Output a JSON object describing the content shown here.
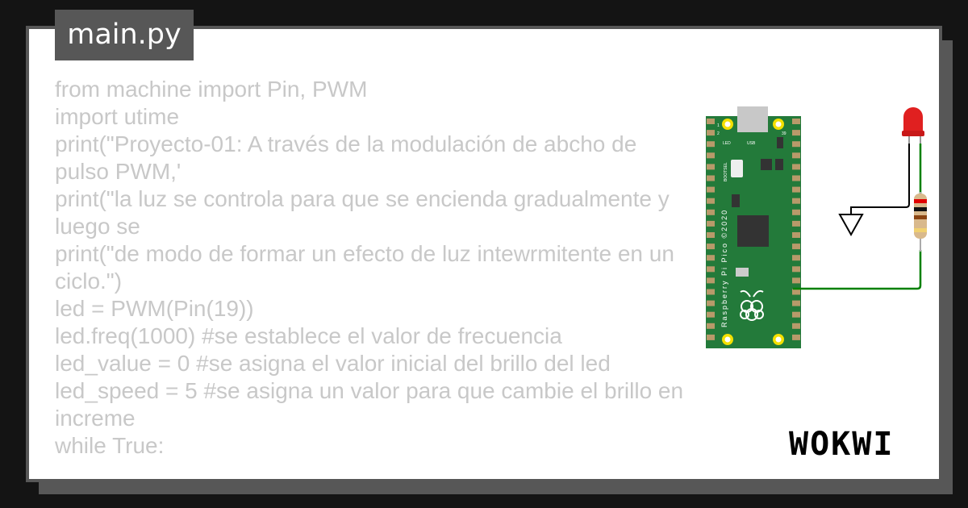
{
  "file_tab": {
    "label": "main.py"
  },
  "code_lines": [
    "from machine import Pin, PWM",
    "import utime",
    "print(\"Proyecto-01: A través de la modulación de abcho de pulso PWM,'",
    "print(\"la luz se controla para que se encienda gradualmente y luego se",
    "print(\"de modo de formar un efecto de luz intewrmitente en un ciclo.\")",
    "led = PWM(Pin(19))",
    "led.freq(1000) #se establece el valor de frecuencia",
    "led_value = 0 #se asigna el valor inicial del brillo del led",
    "led_speed = 5 #se asigna un valor para que cambie el brillo en increme",
    "while True:"
  ],
  "board": {
    "name": "Raspberry Pi Pico ©2020",
    "led_label": "LED",
    "usb_label": "USB",
    "bootsel_label": "BOOTSEL",
    "pin1": "1",
    "pin2": "2",
    "pin39": "39"
  },
  "colors": {
    "board": "#237a3a",
    "led": "#e02020",
    "wire_signal": "#008000",
    "wire_gnd": "#000000",
    "background": "#141414",
    "frame": "#575757"
  },
  "logo": {
    "text": "WOKWI"
  }
}
